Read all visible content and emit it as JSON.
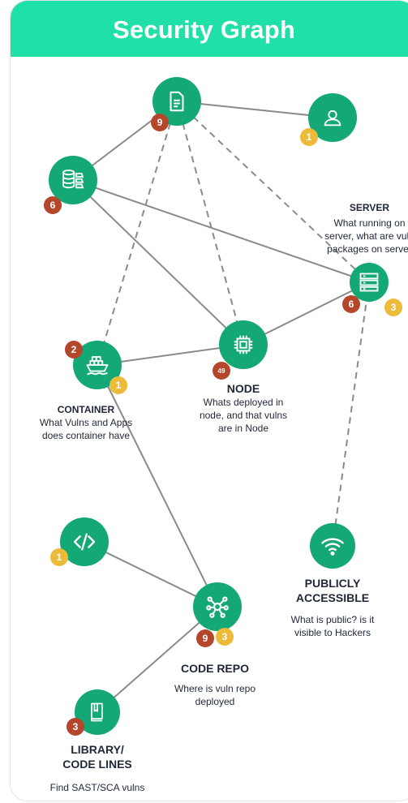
{
  "header": {
    "title": "Security Graph"
  },
  "nodes": {
    "document": {
      "icon": "document-icon",
      "badges": [
        "9"
      ]
    },
    "user": {
      "icon": "user-icon",
      "badges": [
        "1"
      ]
    },
    "database": {
      "icon": "database-icon",
      "badges": [
        "6"
      ]
    },
    "server": {
      "icon": "server-icon",
      "badges": [
        "6",
        "3"
      ],
      "title": "SERVER",
      "description_lines": [
        "What running on",
        "server, what are vuln",
        "packages on server"
      ]
    },
    "container": {
      "icon": "container-ship-icon",
      "badges": [
        "2",
        "1"
      ],
      "title": "CONTAINER",
      "description_lines": [
        "What Vulns and Apps",
        "does container have"
      ]
    },
    "node": {
      "icon": "chip-icon",
      "badges": [
        "49"
      ],
      "title": "NODE",
      "description_lines": [
        "Whats deployed in",
        "node, and that vulns",
        "are in Node"
      ]
    },
    "code": {
      "icon": "code-icon",
      "badges": [
        "1"
      ]
    },
    "public": {
      "icon": "wifi-icon",
      "title_lines": [
        "PUBLICLY",
        "ACCESSIBLE"
      ],
      "description_lines": [
        "What is public? is it",
        "visible to Hackers"
      ]
    },
    "code_repo": {
      "icon": "network-hub-icon",
      "badges": [
        "9",
        "3"
      ],
      "title": "CODE REPO",
      "description_lines": [
        "Where is vuln repo",
        "deployed"
      ]
    },
    "library": {
      "icon": "book-icon",
      "badges": [
        "3"
      ],
      "title_lines": [
        "LIBRARY/",
        "CODE LINES"
      ],
      "description_lines": [
        "Find SAST/SCA vulns"
      ]
    }
  },
  "colors": {
    "header": "#1fe0a6",
    "node": "#13a874",
    "badge_red": "#b3462b",
    "badge_yellow": "#ecbb3a",
    "edge": "#8a8a8a",
    "text": "#1f2737"
  }
}
